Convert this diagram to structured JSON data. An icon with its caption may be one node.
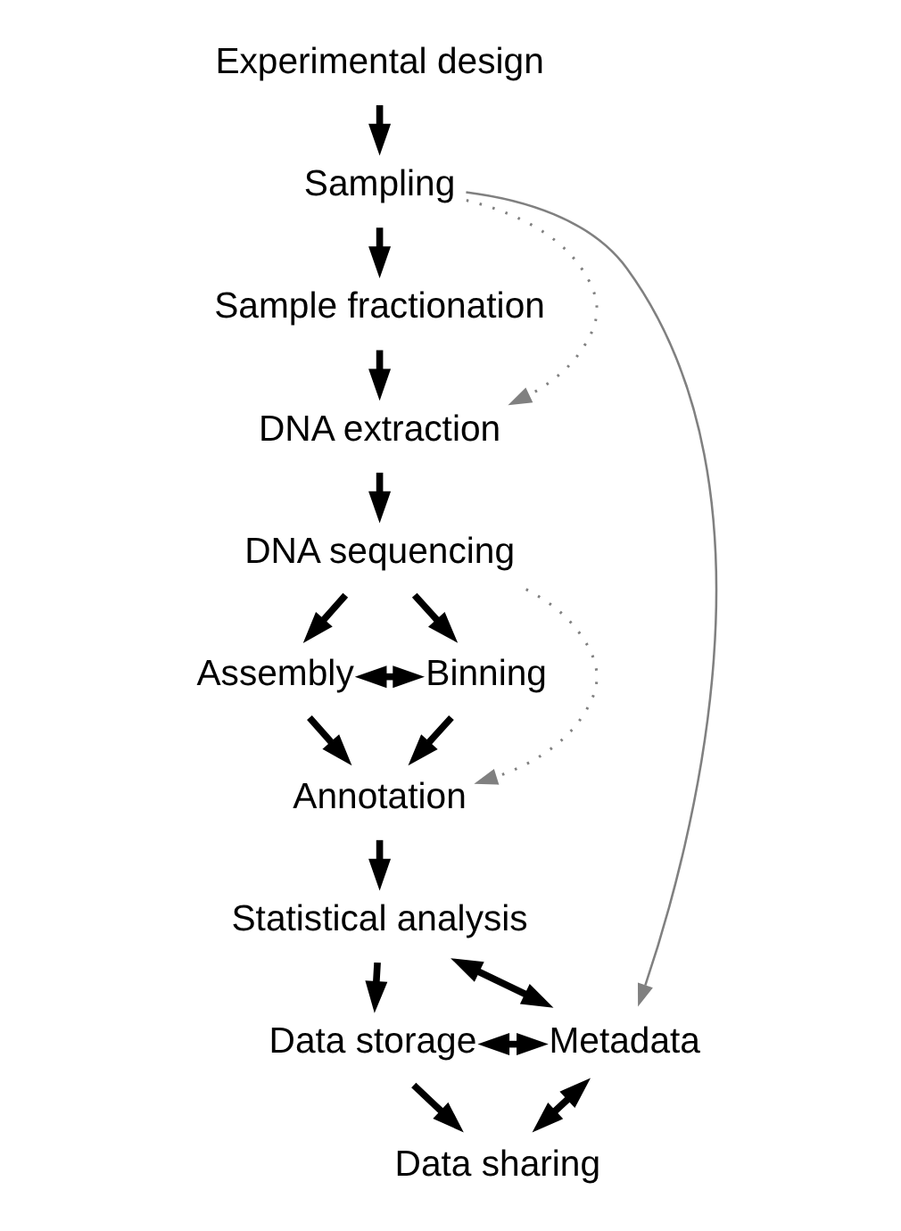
{
  "diagram": {
    "nodes": [
      {
        "text": [
          "Experimental design"
        ]
      },
      {
        "text": [
          "Sampling"
        ]
      },
      {
        "text": [
          "Sample fractionation"
        ]
      },
      {
        "text": [
          "DNA extraction"
        ]
      },
      {
        "text": [
          "DNA sequencing"
        ]
      },
      {
        "text": [
          "Assembly"
        ]
      },
      {
        "text": [
          "Binning"
        ]
      },
      {
        "text": [
          "Annotation"
        ]
      },
      {
        "text": [
          "Statistical analysis"
        ]
      },
      {
        "text": [
          "Data storage"
        ]
      },
      {
        "text": [
          "Metadata"
        ]
      },
      {
        "text": [
          "Data sharing"
        ]
      }
    ],
    "edges": [
      {
        "from": 0,
        "to": 1,
        "arrow": "to"
      },
      {
        "from": 1,
        "to": 2,
        "arrow": "to"
      },
      {
        "from": 2,
        "to": 3,
        "arrow": "to"
      },
      {
        "from": 1,
        "to": 3,
        "arrow": "to",
        "style": "dashed",
        "color": "#808080"
      },
      {
        "from": 1,
        "to": 10,
        "arrow": "to",
        "color": "#808080"
      },
      {
        "from": 3,
        "to": 4,
        "arrow": "to"
      },
      {
        "from": 4,
        "to": 5,
        "arrow": "to"
      },
      {
        "from": 4,
        "to": 6,
        "arrow": "to"
      },
      {
        "from": 4,
        "to": 7,
        "arrow": "to",
        "style": "dashed",
        "color": "#808080"
      },
      {
        "from": 5,
        "to": 6,
        "arrow": "both"
      },
      {
        "from": 5,
        "to": 7,
        "arrow": "to"
      },
      {
        "from": 6,
        "to": 7,
        "arrow": "to"
      },
      {
        "from": 7,
        "to": 8,
        "arrow": "to"
      },
      {
        "from": 8,
        "to": 9,
        "arrow": "to"
      },
      {
        "from": 8,
        "to": 10,
        "arrow": "both"
      },
      {
        "from": 9,
        "to": 10,
        "arrow": "both"
      },
      {
        "from": 9,
        "to": 11,
        "arrow": "to"
      },
      {
        "from": 10,
        "to": 11,
        "arrow": "both"
      }
    ]
  }
}
